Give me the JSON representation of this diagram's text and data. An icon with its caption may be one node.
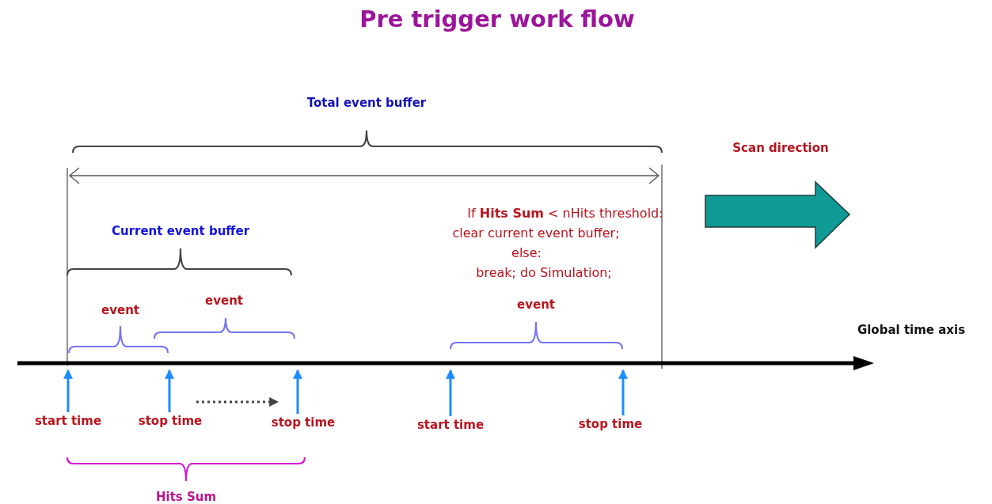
{
  "diagram": {
    "title": "Pre trigger work flow",
    "nodes": [
      {
        "text": [
          "start time"
        ]
      },
      {
        "text": [
          "stop time"
        ]
      },
      {
        "text": [
          "stop time"
        ]
      },
      {
        "text": [
          "start time"
        ]
      },
      {
        "text": [
          "stop time"
        ]
      },
      {
        "text": [],
        "shape": "bar",
        "beside": [
          "Global time axis"
        ]
      }
    ],
    "edges": [
      {
        "from": 0,
        "to": 5,
        "arrow": "to"
      },
      {
        "from": 1,
        "to": 5,
        "arrow": "to"
      },
      {
        "from": 2,
        "to": 5,
        "arrow": "to"
      },
      {
        "from": 3,
        "to": 5,
        "arrow": "to"
      },
      {
        "from": 4,
        "to": 5,
        "arrow": "to"
      },
      {
        "from": 1,
        "to": 2,
        "arrow": "to",
        "style": "dashed",
        "color": "#444444"
      }
    ],
    "labels": [
      "Total event buffer",
      "Scan direction",
      "If **Hits Sum** < nHits threshold:",
      "Current event buffer",
      "clear current event buffer;",
      "else:",
      "break; do Simulation;",
      "event",
      "event",
      "event",
      "Hits Sum"
    ]
  }
}
